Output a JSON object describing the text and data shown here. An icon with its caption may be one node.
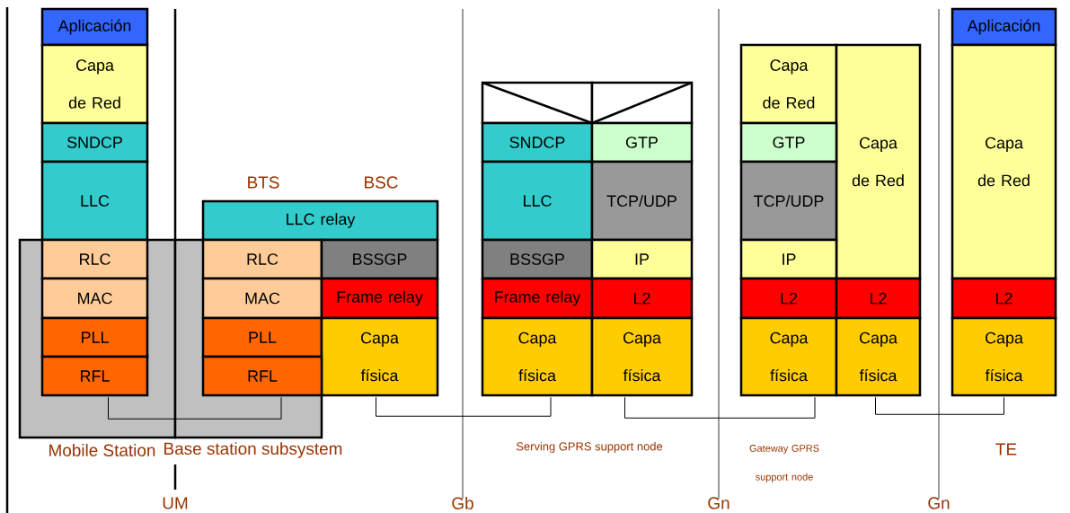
{
  "diagram": {
    "nodes": [
      {
        "text": [
          "Mobile Station"
        ]
      },
      {
        "text": [
          "Aplicación"
        ]
      },
      {
        "text": [
          "Capa de Red"
        ]
      },
      {
        "text": [
          "SNDCP"
        ]
      },
      {
        "text": [
          "LLC"
        ]
      },
      {
        "text": [
          "RLC"
        ],
        "in": 0
      },
      {
        "text": [
          "MAC"
        ],
        "in": 0
      },
      {
        "text": [
          "PLL"
        ],
        "in": 0
      },
      {
        "text": [
          "RFL"
        ],
        "in": 0
      },
      {
        "text": [
          "Base station subsystem"
        ]
      },
      {
        "text": [
          "LLC relay"
        ]
      },
      {
        "text": [
          "RLC"
        ],
        "in": 9
      },
      {
        "text": [
          "BSSGP"
        ]
      },
      {
        "text": [
          "MAC"
        ],
        "in": 9
      },
      {
        "text": [
          "Frame relay"
        ]
      },
      {
        "text": [
          "PLL"
        ],
        "in": 9
      },
      {
        "text": [
          "Capa física"
        ]
      },
      {
        "text": [
          "RFL"
        ],
        "in": 9
      },
      {
        "text": [],
        "shape": "box"
      },
      {
        "text": [],
        "shape": "box"
      },
      {
        "text": [
          "SNDCP"
        ]
      },
      {
        "text": [
          "GTP"
        ]
      },
      {
        "text": [
          "LLC"
        ]
      },
      {
        "text": [
          "TCP/UDP"
        ]
      },
      {
        "text": [
          "BSSGP"
        ]
      },
      {
        "text": [
          "IP"
        ]
      },
      {
        "text": [
          "Frame relay"
        ]
      },
      {
        "text": [
          "L2"
        ]
      },
      {
        "text": [
          "Capa física"
        ]
      },
      {
        "text": [
          "Capa física"
        ]
      },
      {
        "text": [
          "Capa de Red"
        ]
      },
      {
        "text": [
          "Capa de Red"
        ]
      },
      {
        "text": [
          "GTP"
        ]
      },
      {
        "text": [
          "TCP/UDP"
        ]
      },
      {
        "text": [
          "IP"
        ]
      },
      {
        "text": [
          "L2"
        ]
      },
      {
        "text": [
          "L2"
        ]
      },
      {
        "text": [
          "Capa física"
        ]
      },
      {
        "text": [
          "Capa física"
        ]
      },
      {
        "text": [
          "Aplicación"
        ]
      },
      {
        "text": [
          "Capa de Red"
        ]
      },
      {
        "text": [
          "L2"
        ]
      },
      {
        "text": [
          "Capa física"
        ]
      }
    ],
    "edges": [
      {
        "from": 8,
        "to": 17,
        "arrow": "none"
      },
      {
        "from": 16,
        "to": 28,
        "arrow": "none"
      },
      {
        "from": 29,
        "to": 37,
        "arrow": "none"
      },
      {
        "from": 38,
        "to": 42,
        "arrow": "none"
      }
    ],
    "labels": [
      "BTS",
      "BSC",
      "Serving GPRS support node",
      "Gateway GPRS support node",
      "TE",
      "UM",
      "Gb",
      "Gn",
      "Gn"
    ]
  }
}
